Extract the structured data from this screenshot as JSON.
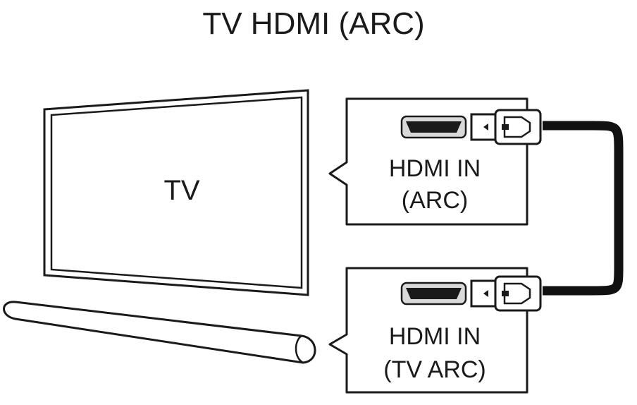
{
  "title": "TV HDMI (ARC)",
  "tv": {
    "label": "TV"
  },
  "tv_panel": {
    "line1": "HDMI IN",
    "line2": "(ARC)"
  },
  "soundbar_panel": {
    "line1": "HDMI IN",
    "line2": "(TV ARC)"
  },
  "icons": [
    "hdmi-port-icon",
    "hdmi-plug-icon",
    "hdmi-cable-icon",
    "tv-icon",
    "soundbar-icon"
  ],
  "colors": {
    "ink": "#1a1a1a",
    "background": "#ffffff",
    "port_fill": "#d9d9d9"
  }
}
